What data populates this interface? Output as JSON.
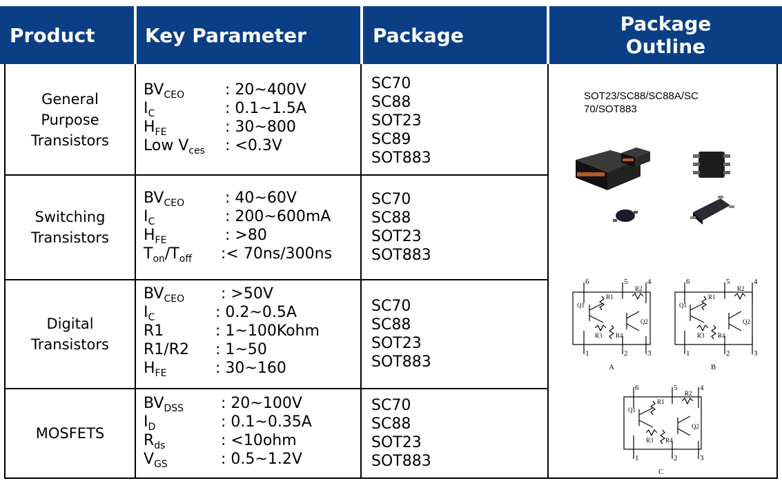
{
  "headers": {
    "product": "Product",
    "key_parameter": "Key Parameter",
    "package": "Package",
    "package_outline": [
      "Package",
      "Outline"
    ]
  },
  "rows": [
    {
      "product": [
        "General",
        "Purpose",
        "Transistors"
      ],
      "params": [
        {
          "name": "BV",
          "sub": "CEO",
          "suffix": "",
          "value": ": 20~400V"
        },
        {
          "name": "I",
          "sub": "C",
          "suffix": "",
          "value": ": 0.1~1.5A"
        },
        {
          "name": "H",
          "sub": "FE",
          "suffix": "",
          "value": ": 30~800"
        },
        {
          "name": "Low V",
          "sub": "ces",
          "suffix": "",
          "value": ": <0.3V"
        }
      ],
      "packages": [
        "SC70",
        "SC88",
        "SOT23",
        "SC89",
        "SOT883"
      ]
    },
    {
      "product": [
        "Switching",
        "Transistors"
      ],
      "params": [
        {
          "name": "BV",
          "sub": "CEO",
          "suffix": "",
          "value": ": 40~60V"
        },
        {
          "name": "I",
          "sub": "C",
          "suffix": "",
          "value": ": 200~600mA"
        },
        {
          "name": "H",
          "sub": "FE",
          "suffix": "",
          "value": ": >80"
        },
        {
          "name": "T",
          "sub": "on",
          "suffix": "/T",
          "sub2": "off",
          "value": ":< 70ns/300ns"
        }
      ],
      "packages": [
        "SC70",
        "SC88",
        "SOT23",
        "SOT883"
      ]
    },
    {
      "product": [
        "Digital",
        "Transistors"
      ],
      "params": [
        {
          "name": "BV",
          "sub": "CEO",
          "suffix": "",
          "value": ": >50V"
        },
        {
          "name": "I",
          "sub": "C",
          "suffix": "",
          "value": ": 0.2~0.5A"
        },
        {
          "name": "R1",
          "sub": "",
          "suffix": "",
          "value": ": 1~100Kohm"
        },
        {
          "name": "R1/R2",
          "sub": "",
          "suffix": "",
          "value": ": 1~50"
        },
        {
          "name": "H",
          "sub": "FE",
          "suffix": "",
          "value": ": 30~160"
        }
      ],
      "packages": [
        "SC70",
        "SC88",
        "SOT23",
        "SOT883"
      ]
    },
    {
      "product": [
        "MOSFETS"
      ],
      "params": [
        {
          "name": "BV",
          "sub": "DSS",
          "suffix": "",
          "value": ": 20~100V"
        },
        {
          "name": "I",
          "sub": "D",
          "suffix": "",
          "value": ":  0.1~0.35A"
        },
        {
          "name": "R",
          "sub": "ds",
          "suffix": "",
          "value": ": <10ohm"
        },
        {
          "name": "V",
          "sub": "GS",
          "suffix": "",
          "value": ": 0.5~1.2V"
        }
      ],
      "packages": [
        "SC70",
        "SC88",
        "SOT23",
        "SOT883"
      ]
    }
  ],
  "outline": {
    "package_text": [
      "SOT23/SC88/SC88A/SC",
      "70/SOT883"
    ],
    "schematic_labels": [
      "A",
      "B",
      "C"
    ],
    "pin_labels": [
      "1",
      "2",
      "3",
      "4",
      "5",
      "6"
    ],
    "component_labels": [
      "Q1",
      "Q2",
      "R1",
      "R2",
      "R3",
      "R4"
    ]
  },
  "colors": {
    "header_bg": "#0a3f86",
    "header_text": "#ffffff",
    "grid_line": "#000000"
  }
}
